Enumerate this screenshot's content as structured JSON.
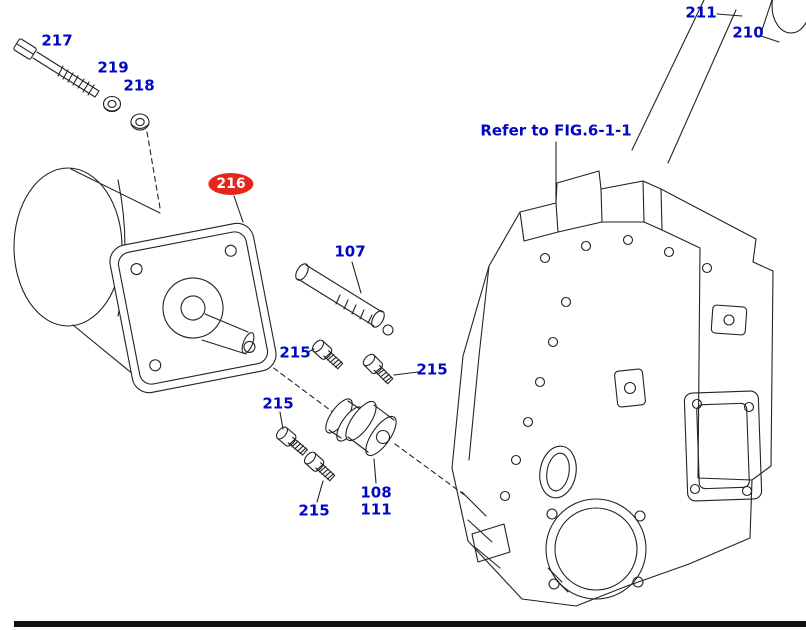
{
  "diagram": {
    "reference_note": "Refer to FIG.6-1-1",
    "labels": {
      "p217": "217",
      "p219": "219",
      "p218": "218",
      "p216": "216",
      "p107": "107",
      "p215a": "215",
      "p215b": "215",
      "p215c": "215",
      "p215d": "215",
      "p108": "108",
      "p111": "111",
      "p211": "211",
      "p210": "210"
    },
    "colors": {
      "label_blue": "#0008c4",
      "badge_red": "#e8251d",
      "badge_text": "#ffffff",
      "line": "#222222"
    }
  }
}
